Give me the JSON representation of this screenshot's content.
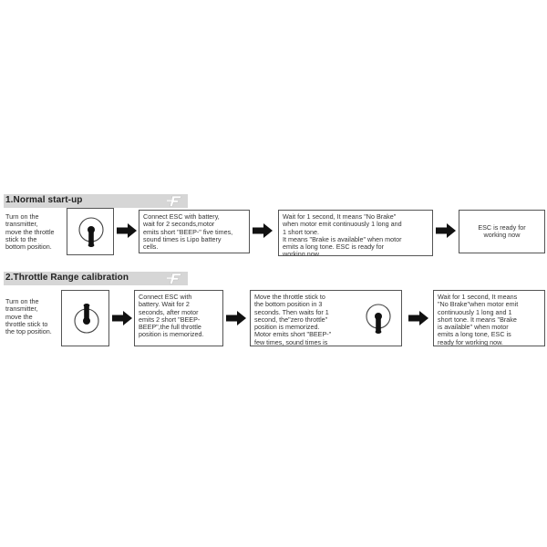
{
  "section1": {
    "title": "1.Normal start-up",
    "steps": {
      "step1": "Turn on the\ntransmitter,\nmove the throttle\nstick to the\nbottom position.",
      "step2": "Connect ESC with battery,\nwait for 2 seconds,motor\nemits short \"BEEP-\" five times,\nsound times is Lipo battery\ncells.",
      "step3": "Wait for 1 second, It means \"No Brake\"\nwhen motor emit continuously 1 long and\n1 short tone.\nIt means \"Brake is available\" when motor\nemits a long tone. ESC is ready for\nworking now.",
      "step4": "ESC is ready for\nworking now"
    }
  },
  "section2": {
    "title": "2.Throttle Range calibration",
    "steps": {
      "step1": "Turn on the\ntransmitter,\nmove the\nthrottle stick to\nthe top position.",
      "step2": "Connect ESC with\nbattery. Wait for 2\nseconds, after motor\nemits 2 short \"BEEP-\nBEEP\",the full throttle\nposition is memorized.",
      "step3": "Move the throttle stick to\nthe bottom position in 3\nseconds. Then waits for 1\nsecond, the\"zero throttle\"\nposition is memorized.\nMotor emits short \"BEEP-\"\nfew times, sound times is\nLipo battery cells.",
      "step4": "Wait for 1 second, It means\n\"No Brake\"when motor emit\ncontinuously 1 long and 1\nshort tone. It means \"Brake\nis available\" when motor\nemits a long tone, ESC is\nready for working now."
    }
  },
  "icons": {
    "header_logo": "brand-logo-icon",
    "stick_bottom": "throttle-stick-bottom-icon",
    "stick_top": "throttle-stick-top-icon",
    "arrow": "right-arrow-icon"
  },
  "colors": {
    "header_bg": "#d6d6d6",
    "border": "#555555",
    "arrow": "#111111"
  }
}
